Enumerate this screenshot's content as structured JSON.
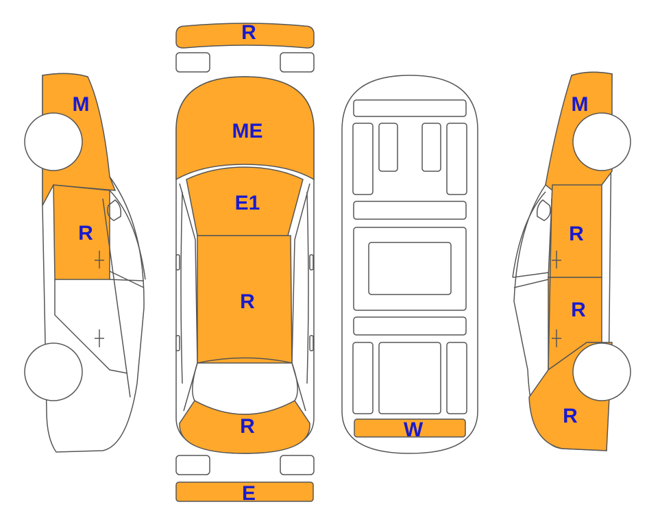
{
  "colors": {
    "damaged": "#ffa82c",
    "undamaged": "#ffffff",
    "outline": "#555555",
    "label": "#1a1acc"
  },
  "diagram": {
    "front_bumper": {
      "code": "R"
    },
    "rear_bumper": {
      "code": "E"
    },
    "top_view": {
      "hood": "ME",
      "windshield": "E1",
      "roof": "R",
      "trunk": "R"
    },
    "underbody": {
      "rear_panel": "W"
    },
    "left_side": {
      "front_fender": "M",
      "front_door": "R"
    },
    "right_side": {
      "front_fender": "M",
      "front_door": "R",
      "rear_door": "R",
      "rear_quarter": "R"
    }
  }
}
